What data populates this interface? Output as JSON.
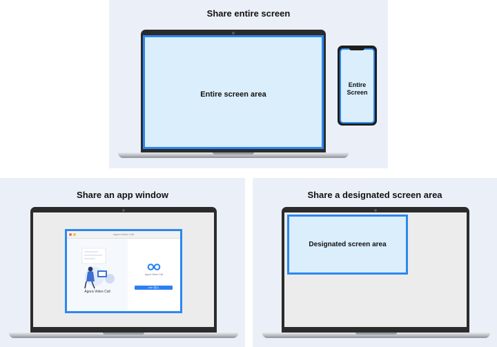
{
  "panels": {
    "entire": {
      "title": "Share entire screen",
      "laptop_label": "Entire screen area",
      "phone_label": "Entire Screen"
    },
    "app": {
      "title": "Share an app window",
      "window_title": "Agora Video Call",
      "left_caption": "Agora Video Call",
      "right_caption": "Agora Video Call",
      "button_label": "Join 加入"
    },
    "designated": {
      "title": "Share a designated screen area",
      "area_label": "Designated screen area"
    }
  },
  "colors": {
    "panel_bg": "#ebf0f8",
    "highlight_border": "#2b87f0",
    "highlight_fill": "#dbeefc",
    "bezel": "#2b2b2b"
  }
}
